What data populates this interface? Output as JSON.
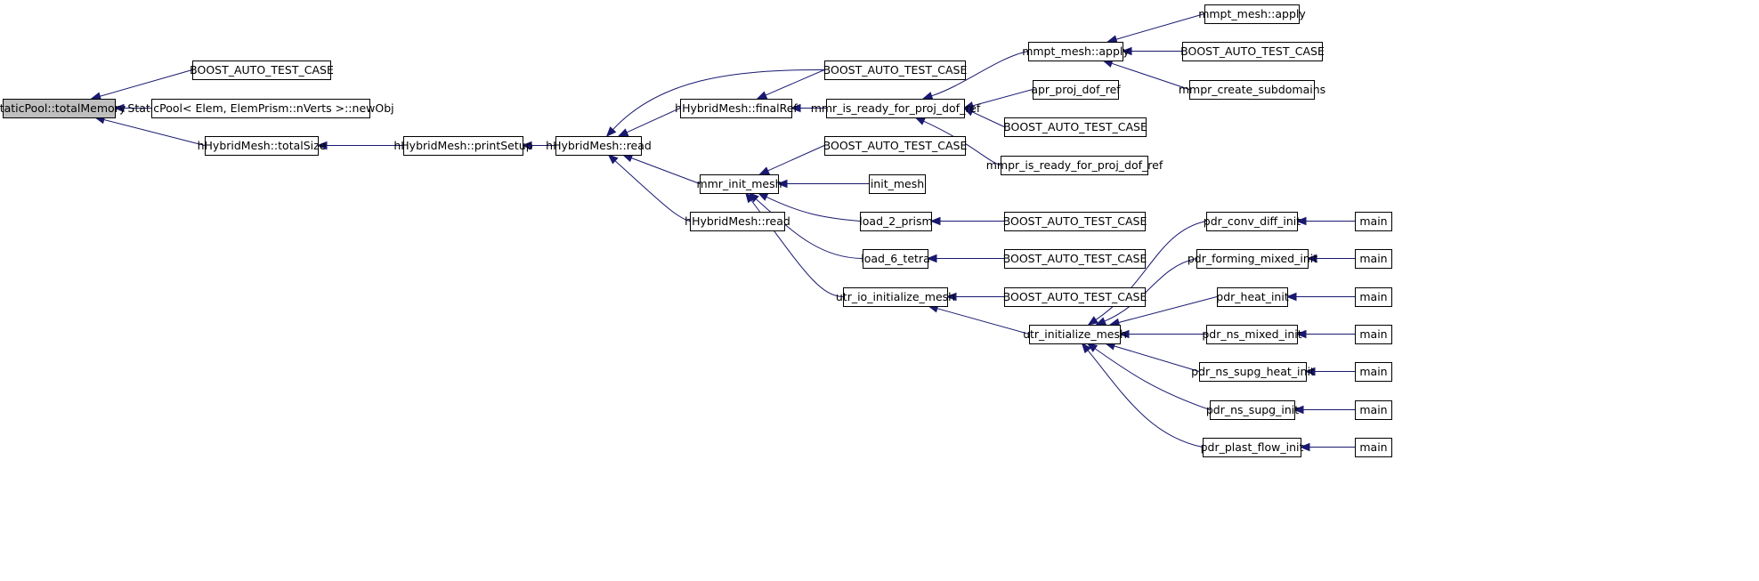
{
  "diagram": {
    "kind": "caller-graph",
    "colors": {
      "edge": "#191970",
      "root_fill": "#bfbfbf",
      "node_fill": "#ffffff",
      "node_stroke": "#000000"
    },
    "nodes": [
      {
        "id": "n0",
        "label": "StaticPool::totalMemory",
        "root": true
      },
      {
        "id": "n1",
        "label": "BOOST_AUTO_TEST_CASE"
      },
      {
        "id": "n2",
        "label": "StaticPool< Elem, ElemPrism::nVerts >::newObj"
      },
      {
        "id": "n3",
        "label": "hHybridMesh::totalSize"
      },
      {
        "id": "n4",
        "label": "hHybridMesh::printSetup"
      },
      {
        "id": "n5",
        "label": "hHybridMesh::read"
      },
      {
        "id": "n6",
        "label": "hHybridMesh::finalRef"
      },
      {
        "id": "n7",
        "label": "mmr_init_mesh"
      },
      {
        "id": "n8",
        "label": "hHybridMesh::read"
      },
      {
        "id": "n9",
        "label": "BOOST_AUTO_TEST_CASE"
      },
      {
        "id": "n10",
        "label": "mmr_is_ready_for_proj_dof_ref"
      },
      {
        "id": "n11",
        "label": "BOOST_AUTO_TEST_CASE"
      },
      {
        "id": "n12",
        "label": "init_mesh"
      },
      {
        "id": "n13",
        "label": "load_2_prism"
      },
      {
        "id": "n14",
        "label": "load_6_tetra"
      },
      {
        "id": "n15",
        "label": "utr_io_initialize_mesh"
      },
      {
        "id": "n16",
        "label": "mmpt_mesh::apply"
      },
      {
        "id": "n17",
        "label": "apr_proj_dof_ref"
      },
      {
        "id": "n18",
        "label": "BOOST_AUTO_TEST_CASE"
      },
      {
        "id": "n19",
        "label": "mmpr_is_ready_for_proj_dof_ref"
      },
      {
        "id": "n20",
        "label": "BOOST_AUTO_TEST_CASE"
      },
      {
        "id": "n21",
        "label": "BOOST_AUTO_TEST_CASE"
      },
      {
        "id": "n22",
        "label": "BOOST_AUTO_TEST_CASE"
      },
      {
        "id": "n23",
        "label": "utr_initialize_mesh"
      },
      {
        "id": "n24",
        "label": "mmpt_mesh::apply"
      },
      {
        "id": "n25",
        "label": "BOOST_AUTO_TEST_CASE"
      },
      {
        "id": "n26",
        "label": "mmpr_create_subdomains"
      },
      {
        "id": "n27",
        "label": "pdr_conv_diff_init"
      },
      {
        "id": "n28",
        "label": "pdr_forming_mixed_init"
      },
      {
        "id": "n29",
        "label": "pdr_heat_init"
      },
      {
        "id": "n30",
        "label": "pdr_ns_mixed_init"
      },
      {
        "id": "n31",
        "label": "pdr_ns_supg_heat_init"
      },
      {
        "id": "n32",
        "label": "pdr_ns_supg_init"
      },
      {
        "id": "n33",
        "label": "pdr_plast_flow_init"
      },
      {
        "id": "n34",
        "label": "main"
      },
      {
        "id": "n35",
        "label": "main"
      },
      {
        "id": "n36",
        "label": "main"
      },
      {
        "id": "n37",
        "label": "main"
      },
      {
        "id": "n38",
        "label": "main"
      },
      {
        "id": "n39",
        "label": "main"
      },
      {
        "id": "n40",
        "label": "main"
      }
    ],
    "edges": [
      {
        "from": "n1",
        "to": "n0"
      },
      {
        "from": "n2",
        "to": "n0"
      },
      {
        "from": "n3",
        "to": "n0"
      },
      {
        "from": "n4",
        "to": "n3"
      },
      {
        "from": "n5",
        "to": "n4"
      },
      {
        "from": "n9",
        "to": "n5"
      },
      {
        "from": "n6",
        "to": "n5"
      },
      {
        "from": "n7",
        "to": "n5"
      },
      {
        "from": "n8",
        "to": "n5"
      },
      {
        "from": "n9",
        "to": "n6"
      },
      {
        "from": "n10",
        "to": "n6"
      },
      {
        "from": "n11",
        "to": "n7"
      },
      {
        "from": "n12",
        "to": "n7"
      },
      {
        "from": "n13",
        "to": "n7"
      },
      {
        "from": "n14",
        "to": "n7"
      },
      {
        "from": "n15",
        "to": "n7"
      },
      {
        "from": "n16",
        "to": "n10"
      },
      {
        "from": "n17",
        "to": "n10"
      },
      {
        "from": "n18",
        "to": "n10"
      },
      {
        "from": "n19",
        "to": "n10"
      },
      {
        "from": "n20",
        "to": "n13"
      },
      {
        "from": "n21",
        "to": "n14"
      },
      {
        "from": "n22",
        "to": "n15"
      },
      {
        "from": "n23",
        "to": "n15"
      },
      {
        "from": "n24",
        "to": "n16"
      },
      {
        "from": "n25",
        "to": "n16"
      },
      {
        "from": "n26",
        "to": "n16"
      },
      {
        "from": "n27",
        "to": "n23"
      },
      {
        "from": "n28",
        "to": "n23"
      },
      {
        "from": "n29",
        "to": "n23"
      },
      {
        "from": "n30",
        "to": "n23"
      },
      {
        "from": "n31",
        "to": "n23"
      },
      {
        "from": "n32",
        "to": "n23"
      },
      {
        "from": "n33",
        "to": "n23"
      },
      {
        "from": "n34",
        "to": "n27"
      },
      {
        "from": "n35",
        "to": "n28"
      },
      {
        "from": "n36",
        "to": "n29"
      },
      {
        "from": "n37",
        "to": "n30"
      },
      {
        "from": "n38",
        "to": "n31"
      },
      {
        "from": "n39",
        "to": "n32"
      },
      {
        "from": "n40",
        "to": "n33"
      }
    ]
  }
}
